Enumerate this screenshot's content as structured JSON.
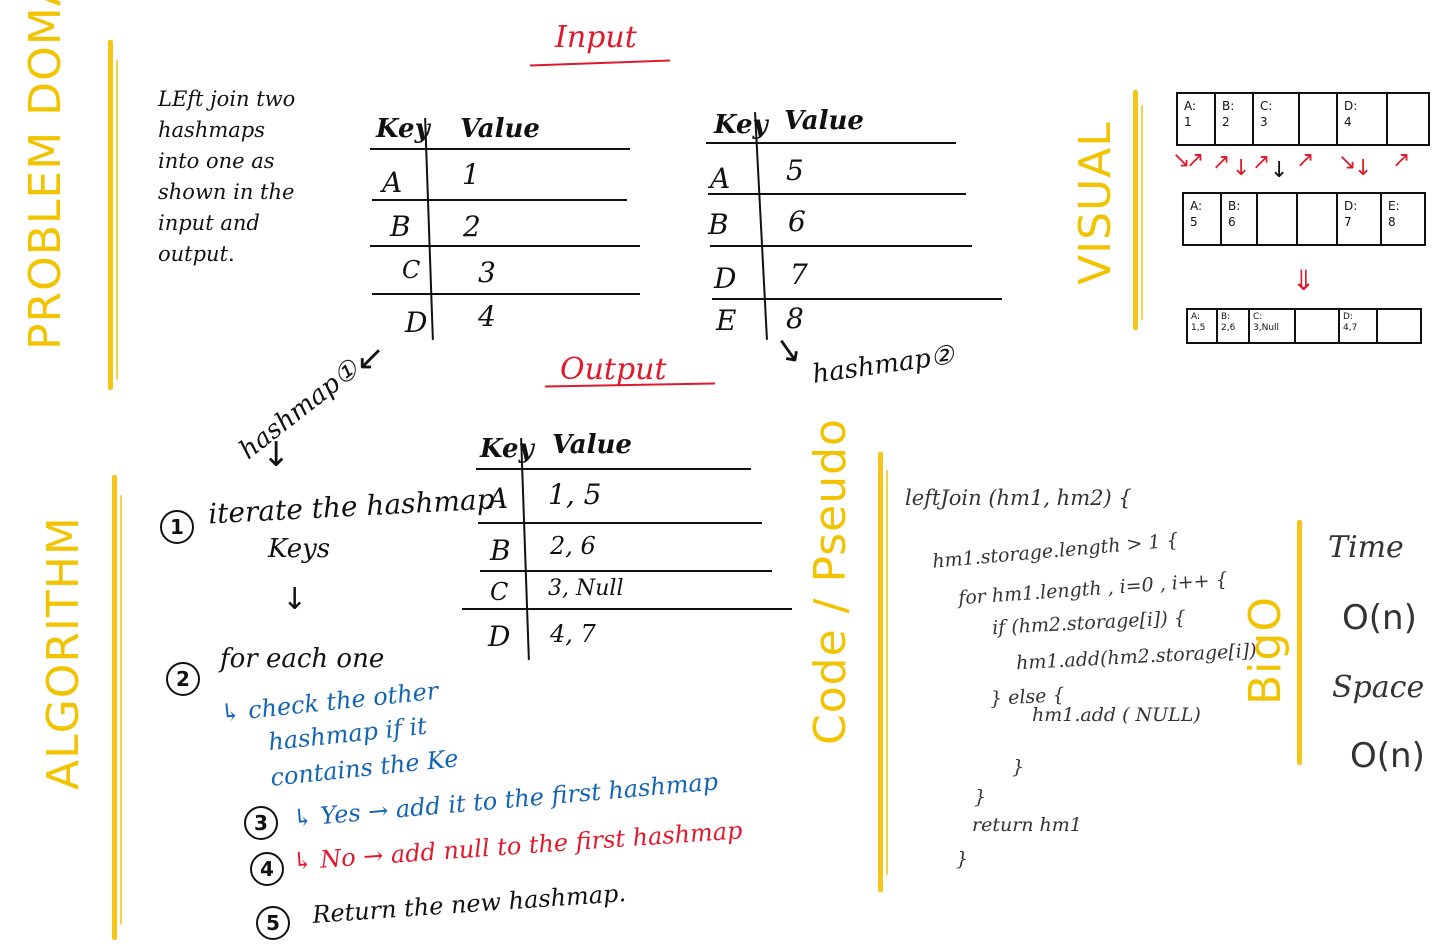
{
  "sections": {
    "problem_domain": "PROBLEM DOMAIN",
    "algorithm": "ALGORITHM",
    "code": "Code / Pseudo",
    "visual": "VISUAL",
    "big_o": "BigO"
  },
  "titles": {
    "input": "Input",
    "output": "Output"
  },
  "problem_text": "LEft join two\nhashmaps\ninto one as\nshown in the\ninput and\noutput.",
  "headers": {
    "key": "Key",
    "value": "Value"
  },
  "hashmap1": {
    "label": "hashmap①",
    "rows": [
      {
        "key": "A",
        "value": "1"
      },
      {
        "key": "B",
        "value": "2"
      },
      {
        "key": "C",
        "value": "3"
      },
      {
        "key": "D",
        "value": "4"
      }
    ]
  },
  "hashmap2": {
    "label": "hashmap②",
    "rows": [
      {
        "key": "A",
        "value": "5"
      },
      {
        "key": "B",
        "value": "6"
      },
      {
        "key": "D",
        "value": "7"
      },
      {
        "key": "E",
        "value": "8"
      }
    ]
  },
  "output_table": {
    "rows": [
      {
        "key": "A",
        "value": "1, 5"
      },
      {
        "key": "B",
        "value": "2, 6"
      },
      {
        "key": "C",
        "value": "3, Null"
      },
      {
        "key": "D",
        "value": "4, 7"
      }
    ]
  },
  "algorithm": {
    "step1": "iterate the hashmap",
    "step1b": "Keys",
    "step2": "for each one",
    "step2b_1": "↳ check the other",
    "step2b_2": "hashmap if it",
    "step2b_3": "contains the Ke",
    "step3": "↳ Yes → add it to the first hashmap",
    "step4": "↳ No → add null to the first hashmap",
    "step5": "Return the new hashmap.",
    "nums": [
      "1",
      "2",
      "3",
      "4",
      "5"
    ]
  },
  "code_lines": [
    "leftJoin (hm1, hm2) {",
    "hm1.storage.length > 1 {",
    "for hm1.length , i=0 , i++ {",
    "if (hm2.storage[i]) {",
    "hm1.add(hm2.storage[i])",
    "} else {",
    "hm1.add ( NULL)",
    "}",
    "}",
    "return hm1",
    "}"
  ],
  "big_o": {
    "time": "Time",
    "time_val": "O(n)",
    "space": "Space",
    "space_val": "O(n)"
  },
  "visual": {
    "row1": [
      "A:\n1",
      "B:\n2",
      "C:\n3",
      "",
      "D:\n4",
      ""
    ],
    "row2": [
      "A:\n5",
      "B:\n6",
      "",
      "",
      "D:\n7",
      "E:\n8"
    ],
    "row3": [
      "A:\n1,5",
      "B:\n2,6",
      "C:\n3,Null",
      "",
      "D:\n4,7",
      ""
    ]
  },
  "colors": {
    "yellow": "#f5c518",
    "red": "#e0192c",
    "blue": "#1464b4"
  }
}
